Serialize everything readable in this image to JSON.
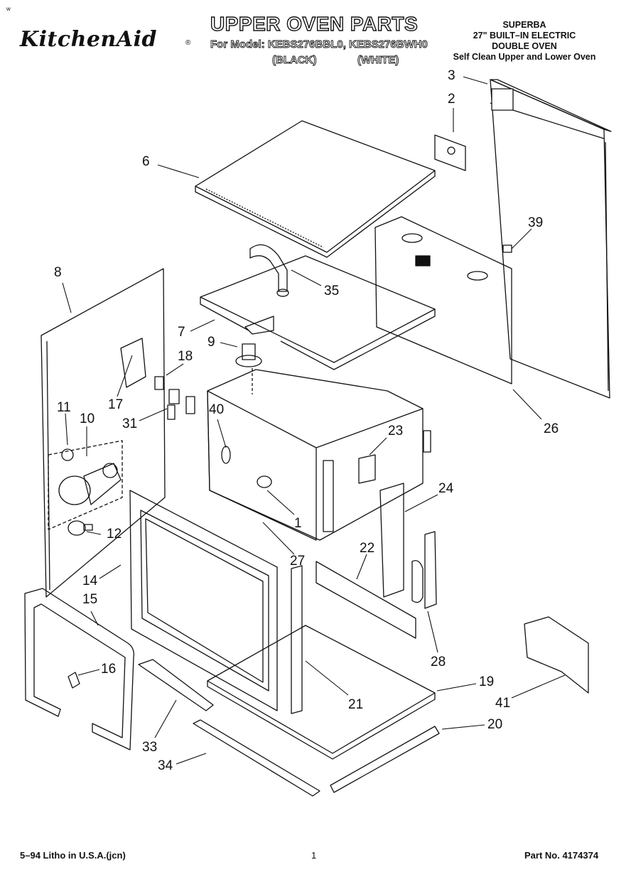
{
  "header": {
    "corner_mark": "w",
    "logo": "KitchenAid",
    "logo_mark": "®",
    "title": "UPPER OVEN PARTS",
    "model_line": "For Model: KEBS276BBL0, KEBS276BWH0",
    "color_black": "(BLACK)",
    "color_white": "(WHITE)",
    "spec": [
      "SUPERBA",
      "27\" BUILT–IN ELECTRIC",
      "DOUBLE OVEN",
      "Self Clean Upper and Lower Oven"
    ]
  },
  "callouts": [
    "3",
    "2",
    "6",
    "39",
    "8",
    "35",
    "7",
    "9",
    "18",
    "17",
    "31",
    "40",
    "11",
    "10",
    "23",
    "26",
    "24",
    "1",
    "12",
    "22",
    "27",
    "14",
    "15",
    "28",
    "16",
    "21",
    "19",
    "41",
    "33",
    "20",
    "34"
  ],
  "footer": {
    "left": "5–94 Litho in U.S.A.(jcn)",
    "center": "1",
    "right": "Part No. 4174374"
  }
}
